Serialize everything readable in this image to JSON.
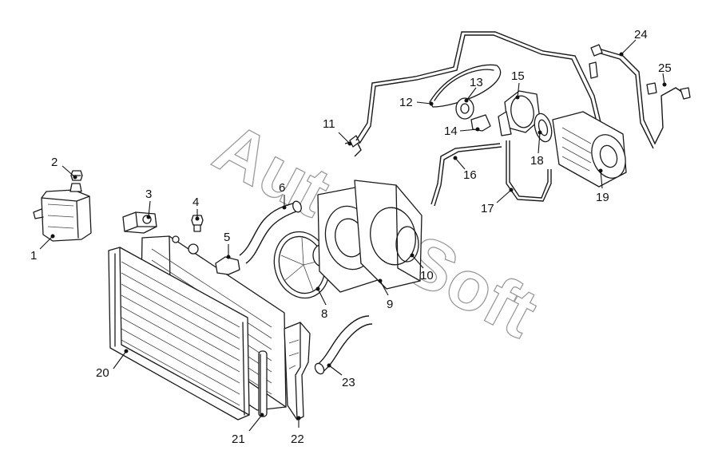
{
  "watermark": {
    "text_1": "Auto",
    "text_2": "Soft"
  },
  "callouts": [
    "1",
    "2",
    "3",
    "4",
    "5",
    "6",
    "8",
    "9",
    "10",
    "11",
    "12",
    "13",
    "14",
    "15",
    "16",
    "17",
    "18",
    "19",
    "20",
    "21",
    "22",
    "23",
    "24",
    "25"
  ]
}
